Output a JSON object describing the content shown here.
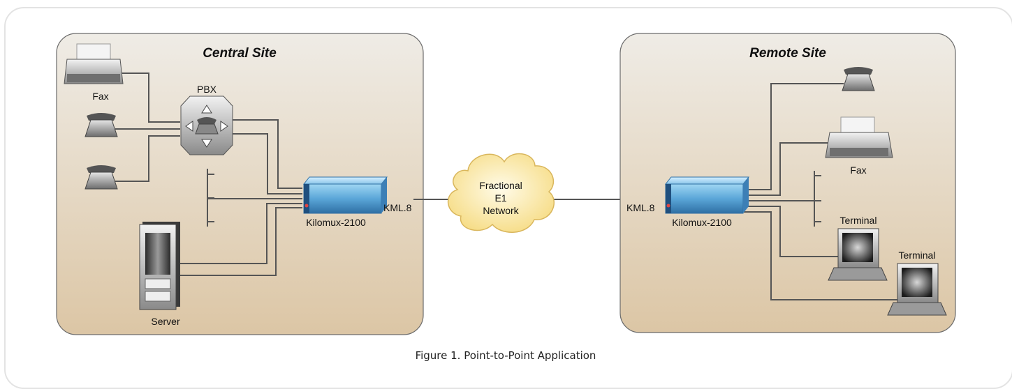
{
  "central_site": {
    "title": "Central Site",
    "fax_label": "Fax",
    "pbx_label": "PBX",
    "server_label": "Server",
    "device_label": "Kilomux-2100",
    "port_label": "KML.8"
  },
  "network": {
    "line1": "Fractional",
    "line2": "E1",
    "line3": "Network"
  },
  "remote_site": {
    "title": "Remote Site",
    "fax_label": "Fax",
    "device_label": "Kilomux-2100",
    "port_label": "KML.8",
    "terminal1_label": "Terminal",
    "terminal2_label": "Terminal"
  },
  "caption": "Figure 1.  Point-to-Point Application",
  "colors": {
    "site_panel_top": "#efece6",
    "site_panel_bottom": "#dcc6a5",
    "cloud": "#fdf0b6",
    "device": "#5aa6d8"
  }
}
